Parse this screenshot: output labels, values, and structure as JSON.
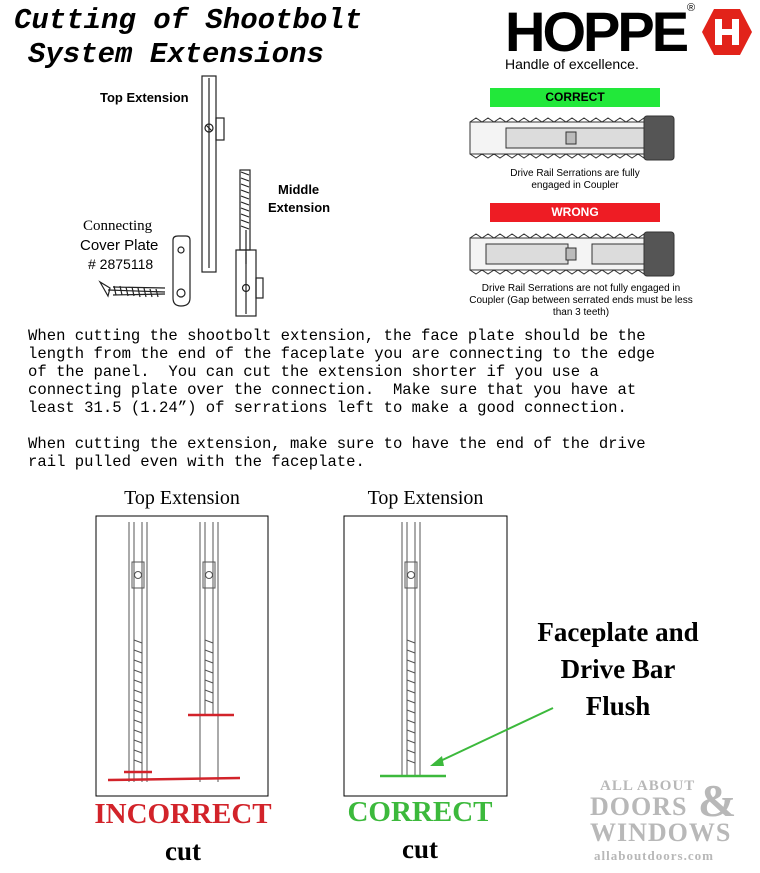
{
  "title": {
    "line1": "Cutting of Shootbolt",
    "line2": "System Extensions"
  },
  "brand": {
    "name": "HOPPE",
    "registered": "®",
    "tagline": "Handle of excellence."
  },
  "diagram_top": {
    "top_extension_label": "Top Extension",
    "middle_extension_label_1": "Middle",
    "middle_extension_label_2": "Extension",
    "connecting_label_1": "Connecting",
    "connecting_label_2": "Cover Plate",
    "part_number": "# 2875118"
  },
  "coupler": {
    "correct_label": "CORRECT",
    "correct_caption_1": "Drive Rail Serrations are fully",
    "correct_caption_2": "engaged in Coupler",
    "wrong_label": "WRONG",
    "wrong_caption_1": "Drive Rail Serrations are not fully engaged in",
    "wrong_caption_2": "Coupler (Gap between serrated ends must be less",
    "wrong_caption_3": "than 3 teeth)",
    "correct_color": "#22e83a",
    "wrong_color": "#ee1c24"
  },
  "instructions": {
    "p1_l1": "When cutting the shootbolt extension, the face plate should be the",
    "p1_l2": "length from the end of the faceplate you are connecting to the edge",
    "p1_l3": "of the panel.  You can cut the extension shorter if you use a",
    "p1_l4": "connecting plate over the connection.  Make sure that you have at",
    "p1_l5": "least 31.5 (1.24”) of serrations left to make a good connection.",
    "p2_l1": "When cutting the extension, make sure to have the end of the drive",
    "p2_l2": "rail pulled even with the faceplate."
  },
  "examples": {
    "left_heading": "Top Extension",
    "right_heading": "Top Extension",
    "incorrect_label": "INCORRECT",
    "incorrect_sub": "cut",
    "correct_label": "CORRECT",
    "correct_sub": "cut",
    "flush_l1": "Faceplate and",
    "flush_l2": "Drive Bar",
    "flush_l3": "Flush",
    "incorrect_color": "#d2232a",
    "correct_color": "#3cb93c"
  },
  "watermark": {
    "line1": "ALL ABOUT",
    "line2": "DOORS",
    "amp": "&",
    "line3": "WINDOWS",
    "url": "allaboutdoors.com"
  }
}
